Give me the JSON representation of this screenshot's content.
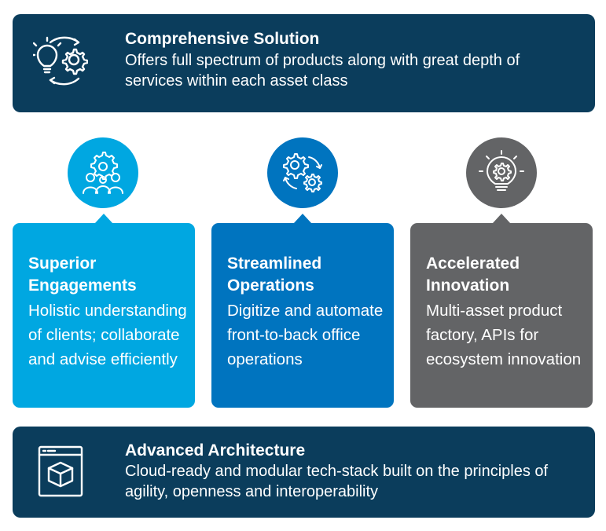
{
  "top_band": {
    "title": "Comprehensive Solution",
    "description": "Offers full spectrum of products along with great depth of services within each asset class",
    "icon": "bulb-gear-cycle-icon"
  },
  "cards": [
    {
      "title": "Superior Engagements",
      "description": "Holistic understanding of clients; collaborate and advise efficiently",
      "icon": "people-gear-icon",
      "color": "#00a7e1"
    },
    {
      "title": "Streamlined Operations",
      "description": "Digitize and automate front-to-back office operations",
      "icon": "gears-cycle-icon",
      "color": "#0074bf"
    },
    {
      "title": "Accelerated Innovation",
      "description": "Multi-asset product factory, APIs for ecosystem innovation",
      "icon": "bulb-gear-icon",
      "color": "#636466"
    }
  ],
  "bottom_band": {
    "title": "Advanced Architecture",
    "description": "Cloud-ready and modular tech-stack built on the principles of agility, openness and interoperability",
    "icon": "browser-cube-icon"
  },
  "colors": {
    "navy": "#0b3d5c",
    "light_blue": "#00a7e1",
    "mid_blue": "#0074bf",
    "gray": "#636466"
  }
}
